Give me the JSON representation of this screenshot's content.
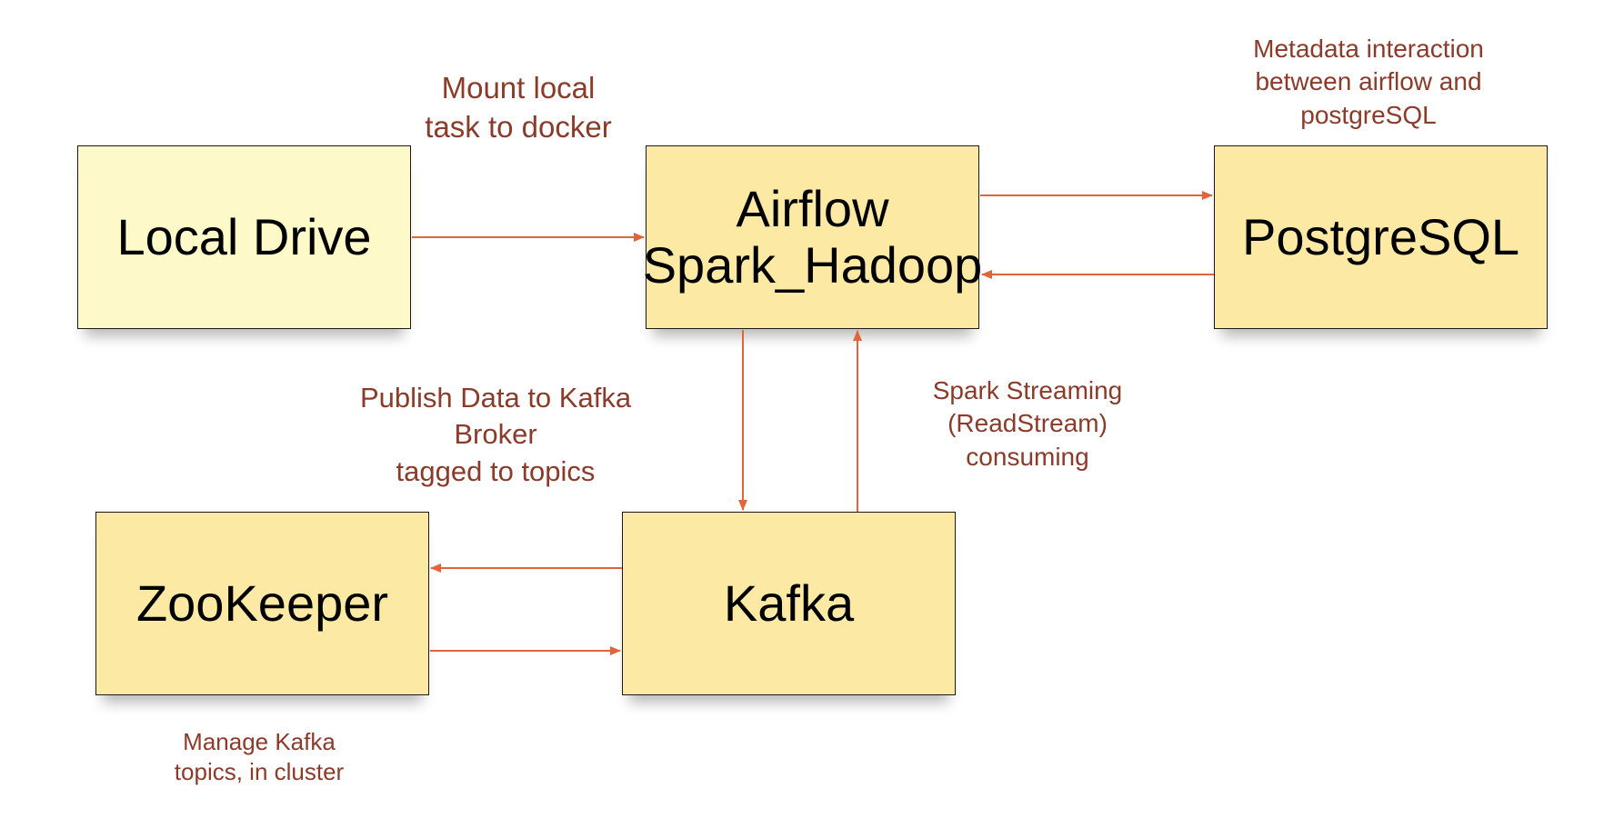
{
  "colors": {
    "box_fill": "#fce9a4",
    "box_fill_light": "#fdf9c8",
    "box_border": "#1a1a1a",
    "arrow": "#e0663a",
    "label_text": "#8a3b2a"
  },
  "nodes": {
    "local_drive": "Local Drive",
    "airflow": "Airflow\nSpark_Hadoop",
    "postgres": "PostgreSQL",
    "zookeeper": "ZooKeeper",
    "kafka": "Kafka"
  },
  "edge_labels": {
    "mount": "Mount local\ntask to docker",
    "metadata": "Metadata interaction\nbetween airflow and\npostgreSQL",
    "publish": "Publish Data to Kafka\nBroker\ntagged to topics",
    "spark_streaming": "Spark Streaming\n(ReadStream)\nconsuming",
    "zookeeper": "Manage Kafka\ntopics, in cluster"
  },
  "edges": [
    {
      "from": "local_drive",
      "to": "airflow"
    },
    {
      "from": "airflow",
      "to": "postgres"
    },
    {
      "from": "postgres",
      "to": "airflow"
    },
    {
      "from": "airflow",
      "to": "kafka"
    },
    {
      "from": "kafka",
      "to": "airflow"
    },
    {
      "from": "kafka",
      "to": "zookeeper"
    },
    {
      "from": "zookeeper",
      "to": "kafka"
    }
  ]
}
